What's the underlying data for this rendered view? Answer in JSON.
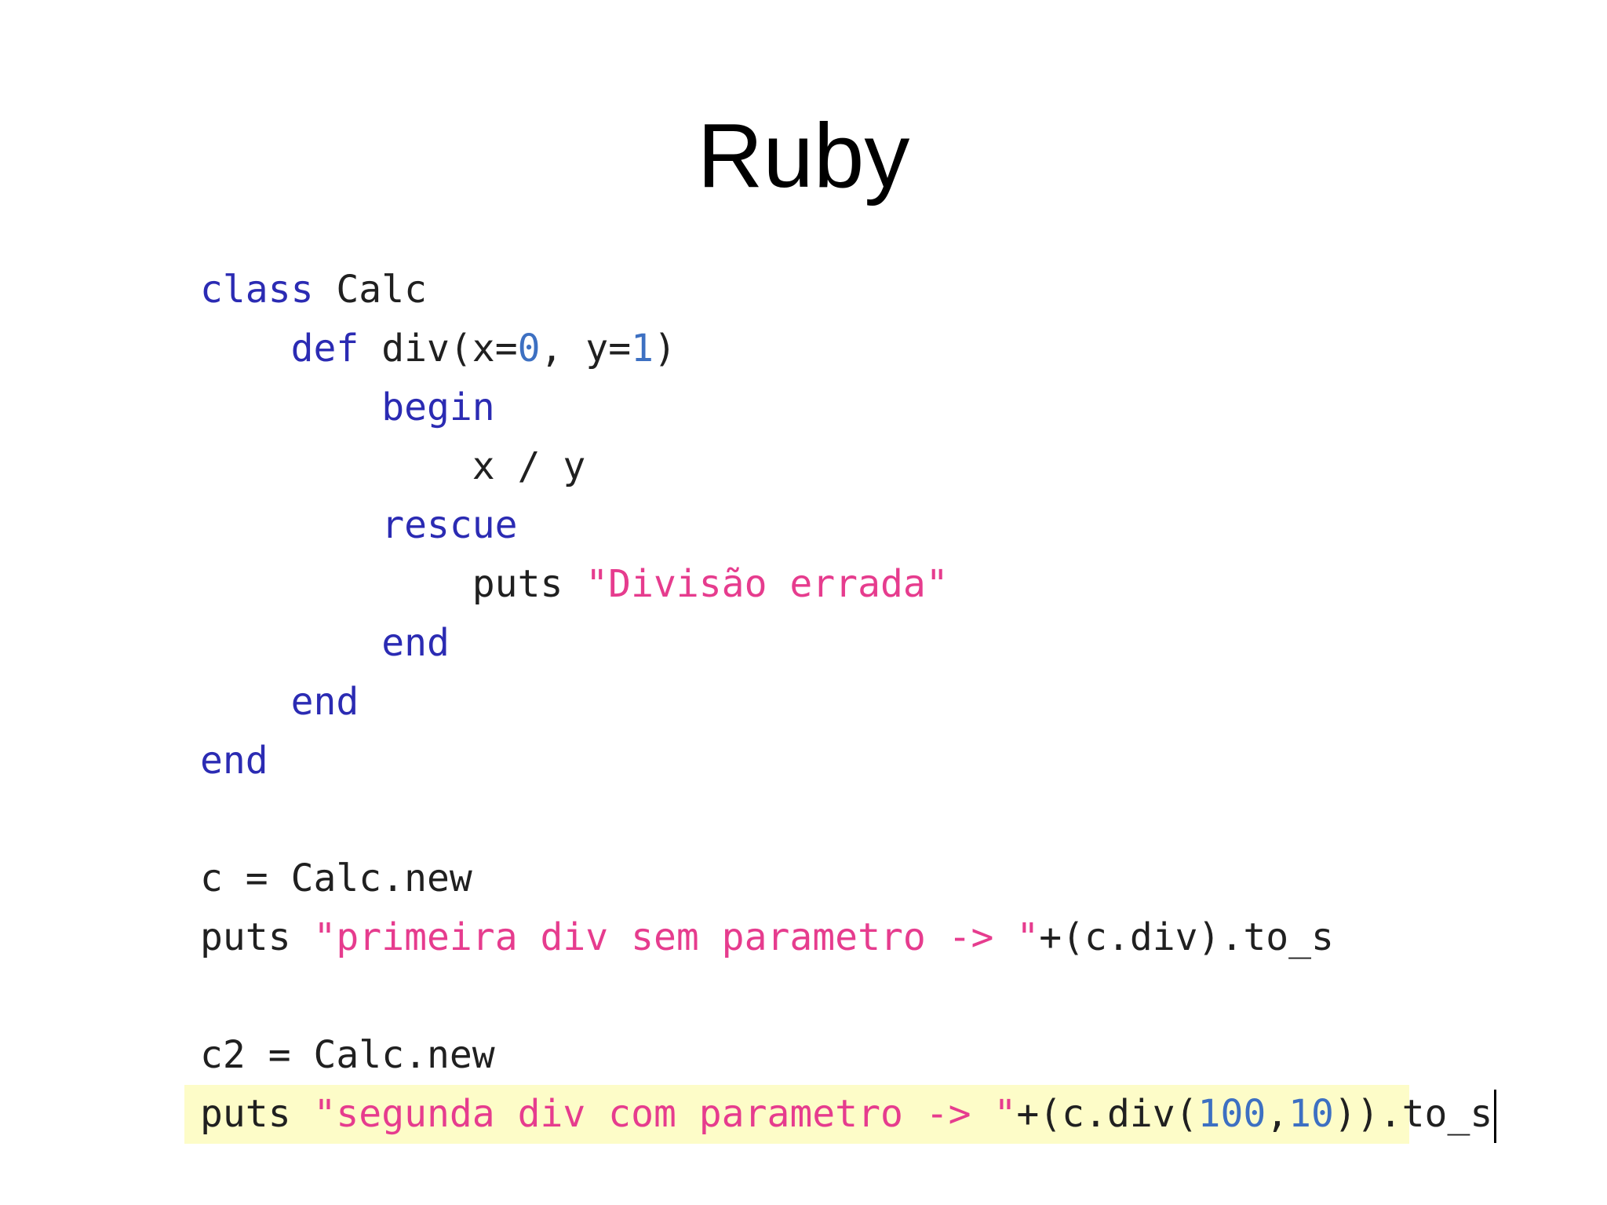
{
  "title": "Ruby",
  "code": {
    "l1_kw": "class",
    "l1_rest": " Calc",
    "l2_indent": "    ",
    "l2_kw": "def",
    "l2_a": " div(x=",
    "l2_n1": "0",
    "l2_b": ", y=",
    "l2_n2": "1",
    "l2_c": ")",
    "l3_indent": "        ",
    "l3_kw": "begin",
    "l4_indent": "            ",
    "l4_text": "x / y",
    "l5_indent": "        ",
    "l5_kw": "rescue",
    "l6_indent": "            ",
    "l6_a": "puts ",
    "l6_str": "\"Divisão errada\"",
    "l7_indent": "        ",
    "l7_kw": "end",
    "l8_indent": "    ",
    "l8_kw": "end",
    "l9_kw": "end",
    "l11_text": "c = Calc.new",
    "l12_a": "puts ",
    "l12_str": "\"primeira div sem parametro -> \"",
    "l12_b": "+(c.div).to_s",
    "l14_text": "c2 = Calc.new",
    "l15_a": "puts ",
    "l15_str": "\"segunda div com parametro -> \"",
    "l15_b": "+(c.div(",
    "l15_n1": "100",
    "l15_c": ",",
    "l15_n2": "10",
    "l15_d": ")).to_s"
  }
}
